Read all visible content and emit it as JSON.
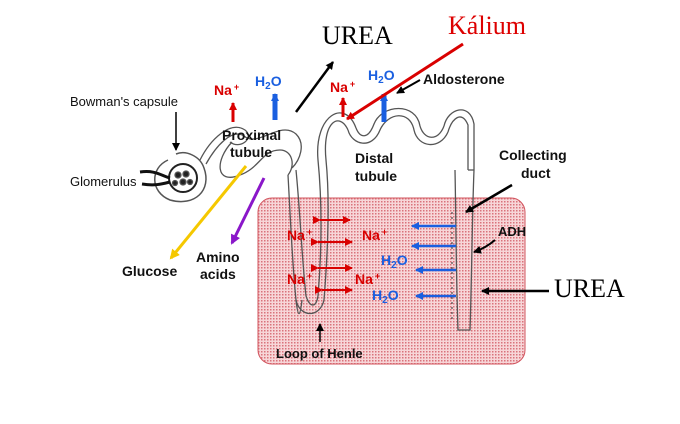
{
  "colors": {
    "sodium": "#d90000",
    "water": "#1a5fe0",
    "medulla_fill": "#f2b8bc",
    "medulla_border": "#d2545e",
    "glucose_arrow": "#f5c800",
    "amino_arrow": "#8a17c9",
    "kalium_text": "#dd0000",
    "outline": "#000000"
  },
  "labels": {
    "urea_top": "UREA",
    "urea_right": "UREA",
    "kalium": "Kálium",
    "bowmans_capsule": "Bowman's capsule",
    "glomerulus": "Glomerulus",
    "proximal_1": "Proximal",
    "proximal_2": "tubule",
    "distal_1": "Distal",
    "distal_2": "tubule",
    "aldosterone": "Aldosterone",
    "collecting_1": "Collecting",
    "collecting_2": "duct",
    "adh": "ADH",
    "glucose": "Glucose",
    "amino_1": "Amino",
    "amino_2": "acids",
    "loop_of_henle": "Loop of Henle",
    "na": "Na",
    "na_charge": "+",
    "h2o_h": "H",
    "h2o_2": "2",
    "h2o_o": "O"
  }
}
